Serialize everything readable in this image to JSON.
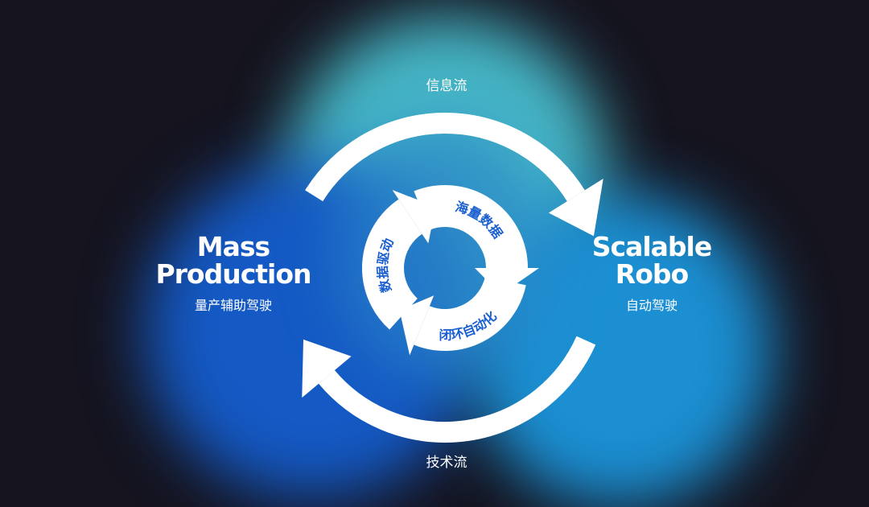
{
  "outer_cycle": {
    "top_label": "信息流",
    "bottom_label": "技术流"
  },
  "left_node": {
    "title_line1": "Mass",
    "title_line2": "Production",
    "subtitle": "量产辅助驾驶"
  },
  "right_node": {
    "title_line1": "Scalable",
    "title_line2": "Robo",
    "subtitle": "自动驾驶"
  },
  "inner_cycle": {
    "segments": [
      "海量数据",
      "闭环自动化",
      "数据驱动"
    ]
  },
  "colors": {
    "background": "#15141f",
    "teal": "#46b6c6",
    "blue": "#1459c4",
    "sky": "#1b8fd2",
    "inner_text": "#1a5fd0"
  }
}
